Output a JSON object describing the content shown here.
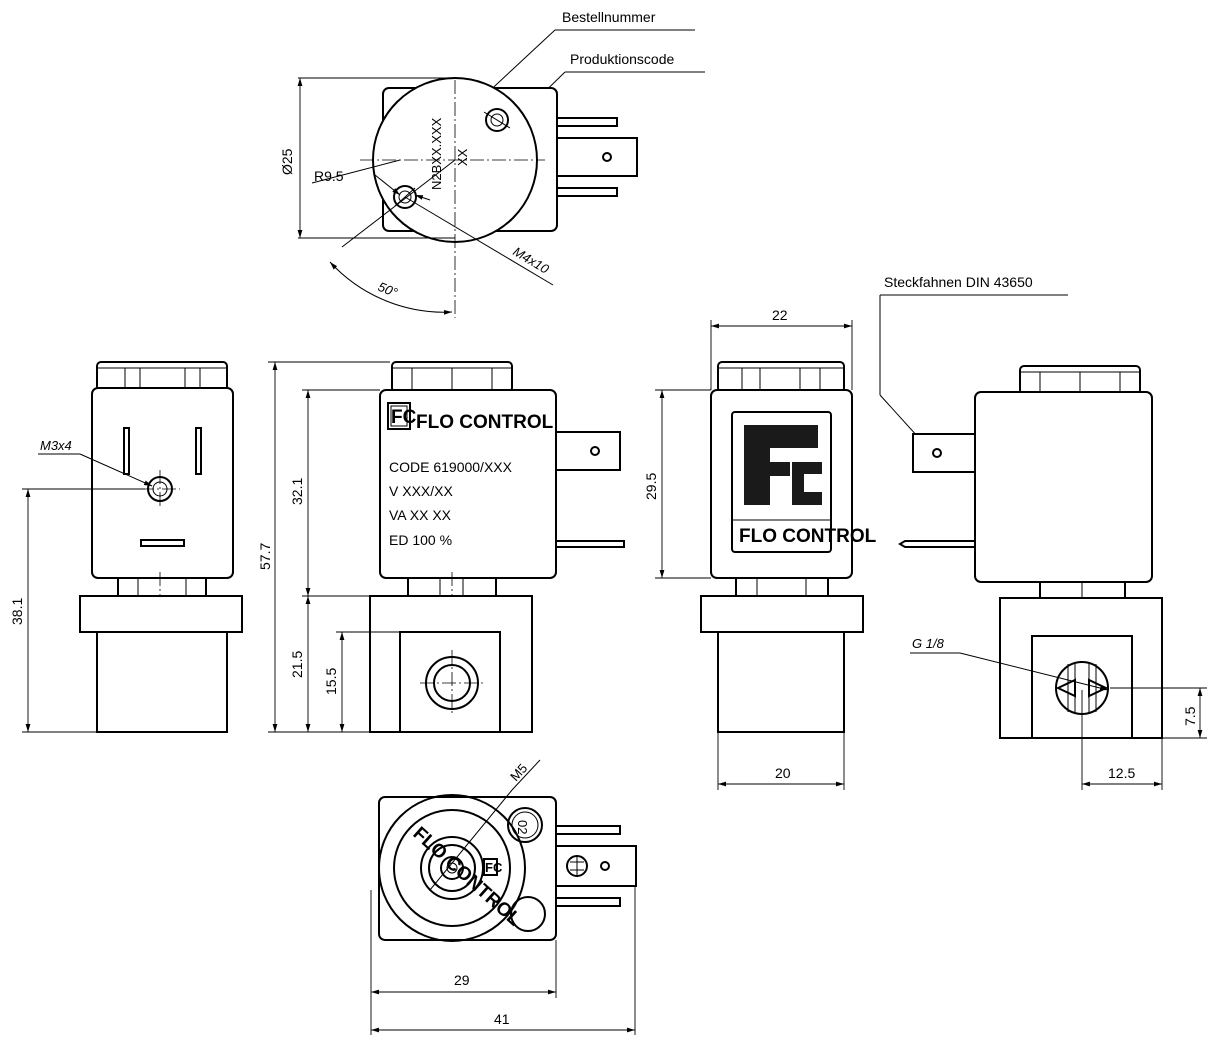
{
  "callouts": {
    "bestellnummer": "Bestellnummer",
    "produktionscode": "Produktionscode",
    "steckfahnen": "Steckfahnen DIN 43650"
  },
  "top_view": {
    "dia": "Ø25",
    "radius": "R9.5",
    "code_main": "N2BXX.XXX",
    "code_sub": "XX",
    "screw": "M4x10",
    "angle": "50°"
  },
  "left_view": {
    "screw": "M3x4",
    "height": "38.1"
  },
  "front_view": {
    "brand": "FLO CONTROL",
    "code": "CODE 619000/XXX",
    "voltage": "V  XXX/XX",
    "power": "VA  XX  XX",
    "duty": "ED  100 %",
    "dim_total": "57.7",
    "dim_coil": "32.1",
    "dim_body": "21.5",
    "dim_port": "15.5"
  },
  "side_view": {
    "brand": "FLO CONTROL",
    "width_top": "22",
    "width_bottom": "20",
    "coil_height": "29.5"
  },
  "right_view": {
    "thread": "G 1/8",
    "offset_h": "12.5",
    "offset_v": "7.5"
  },
  "bottom_view": {
    "thread": "M5",
    "ring_text": "FLO CONTROL",
    "stamp": "02",
    "width_a": "29",
    "width_b": "41"
  }
}
